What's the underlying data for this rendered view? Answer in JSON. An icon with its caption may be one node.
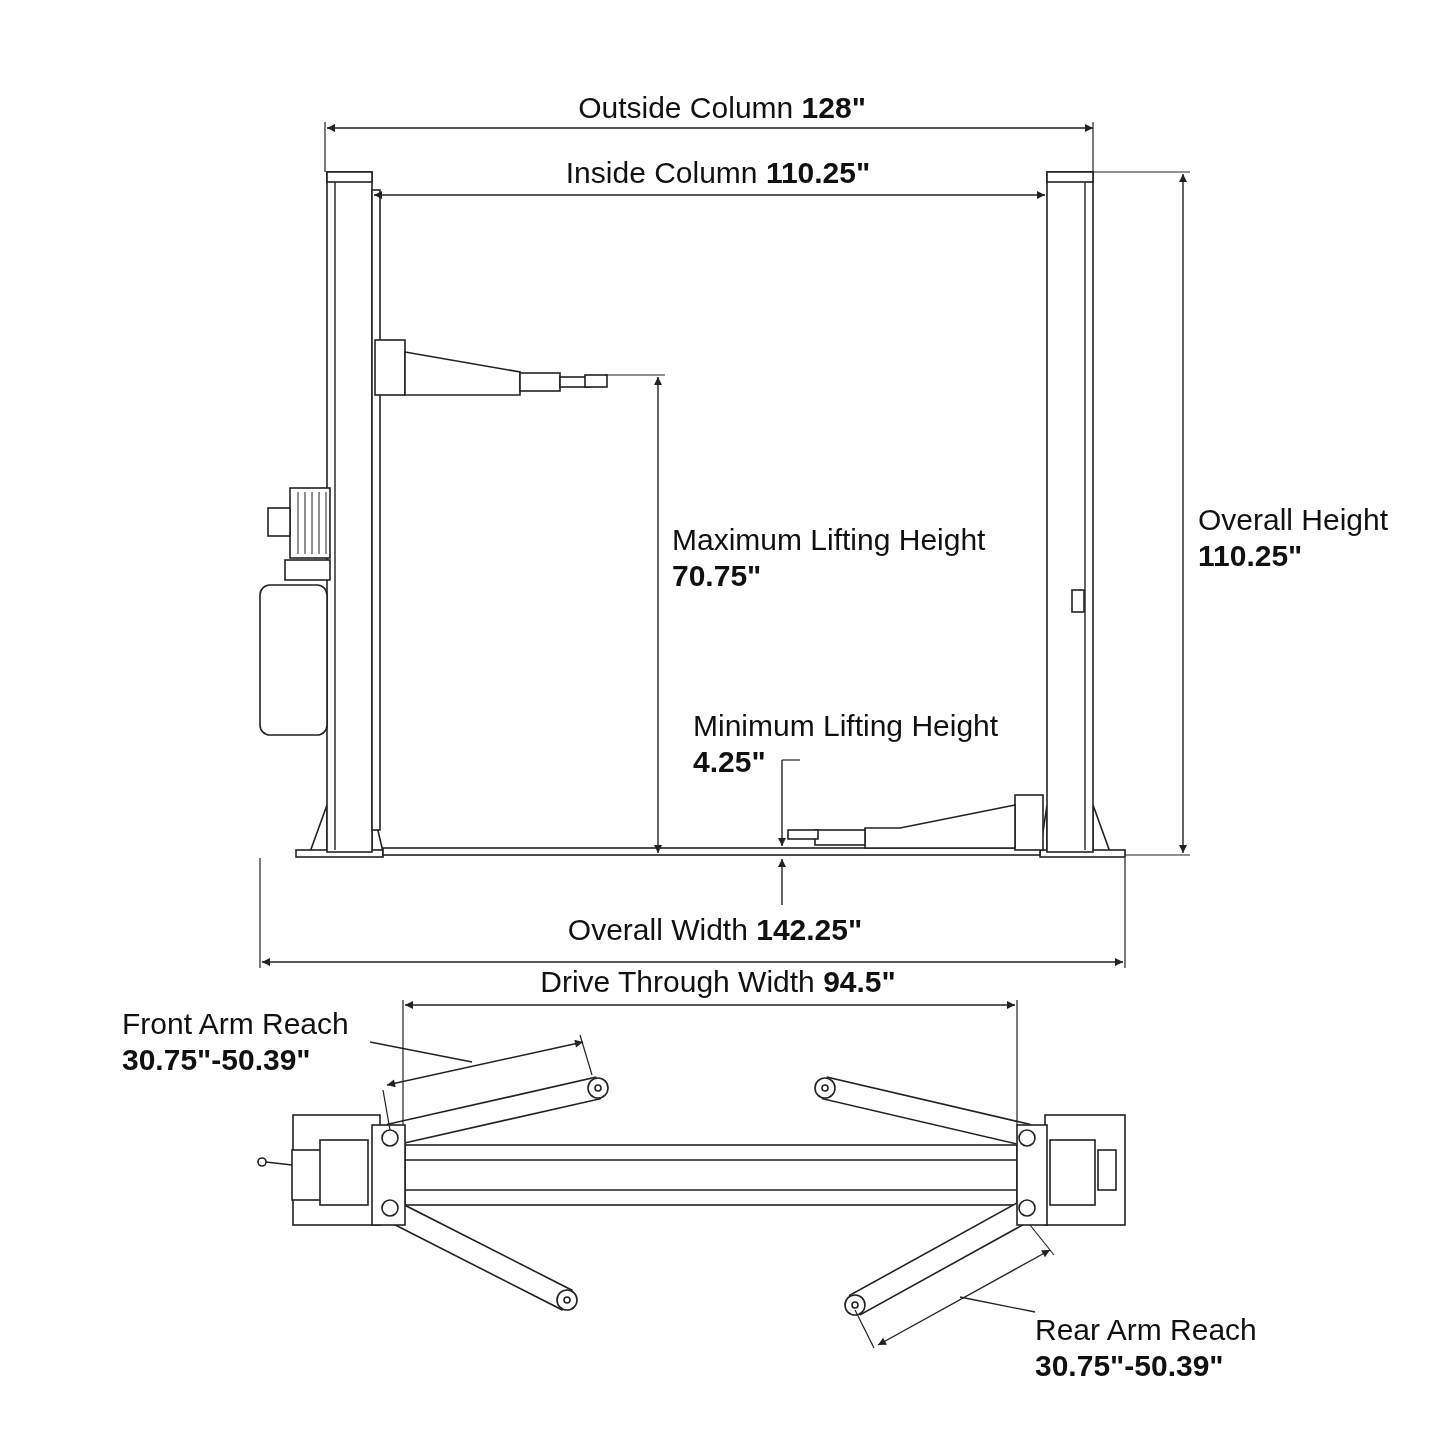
{
  "diagram": {
    "nodes": [
      {
        "text": [
          "Front Arm Reach **30.75\"-50.39\"**"
        ]
      },
      {
        "text": [
          "Rear Arm Reach **30.75\"-50.39\"**"
        ]
      }
    ],
    "edges": [
      {
        "from": 0,
        "to": null,
        "arrow": "none"
      },
      {
        "from": 1,
        "to": null,
        "arrow": "none"
      }
    ],
    "labels": [
      "Outside Column **128\"**",
      "Inside Column **110.25\"**",
      "Maximum Lifting Height **70.75\"**",
      "Overall Height **110.25\"**",
      "Minimum Lifting Height **4.25\"**",
      "Overall Width **142.25\"**",
      "Drive Through Width **94.5\"**"
    ]
  }
}
